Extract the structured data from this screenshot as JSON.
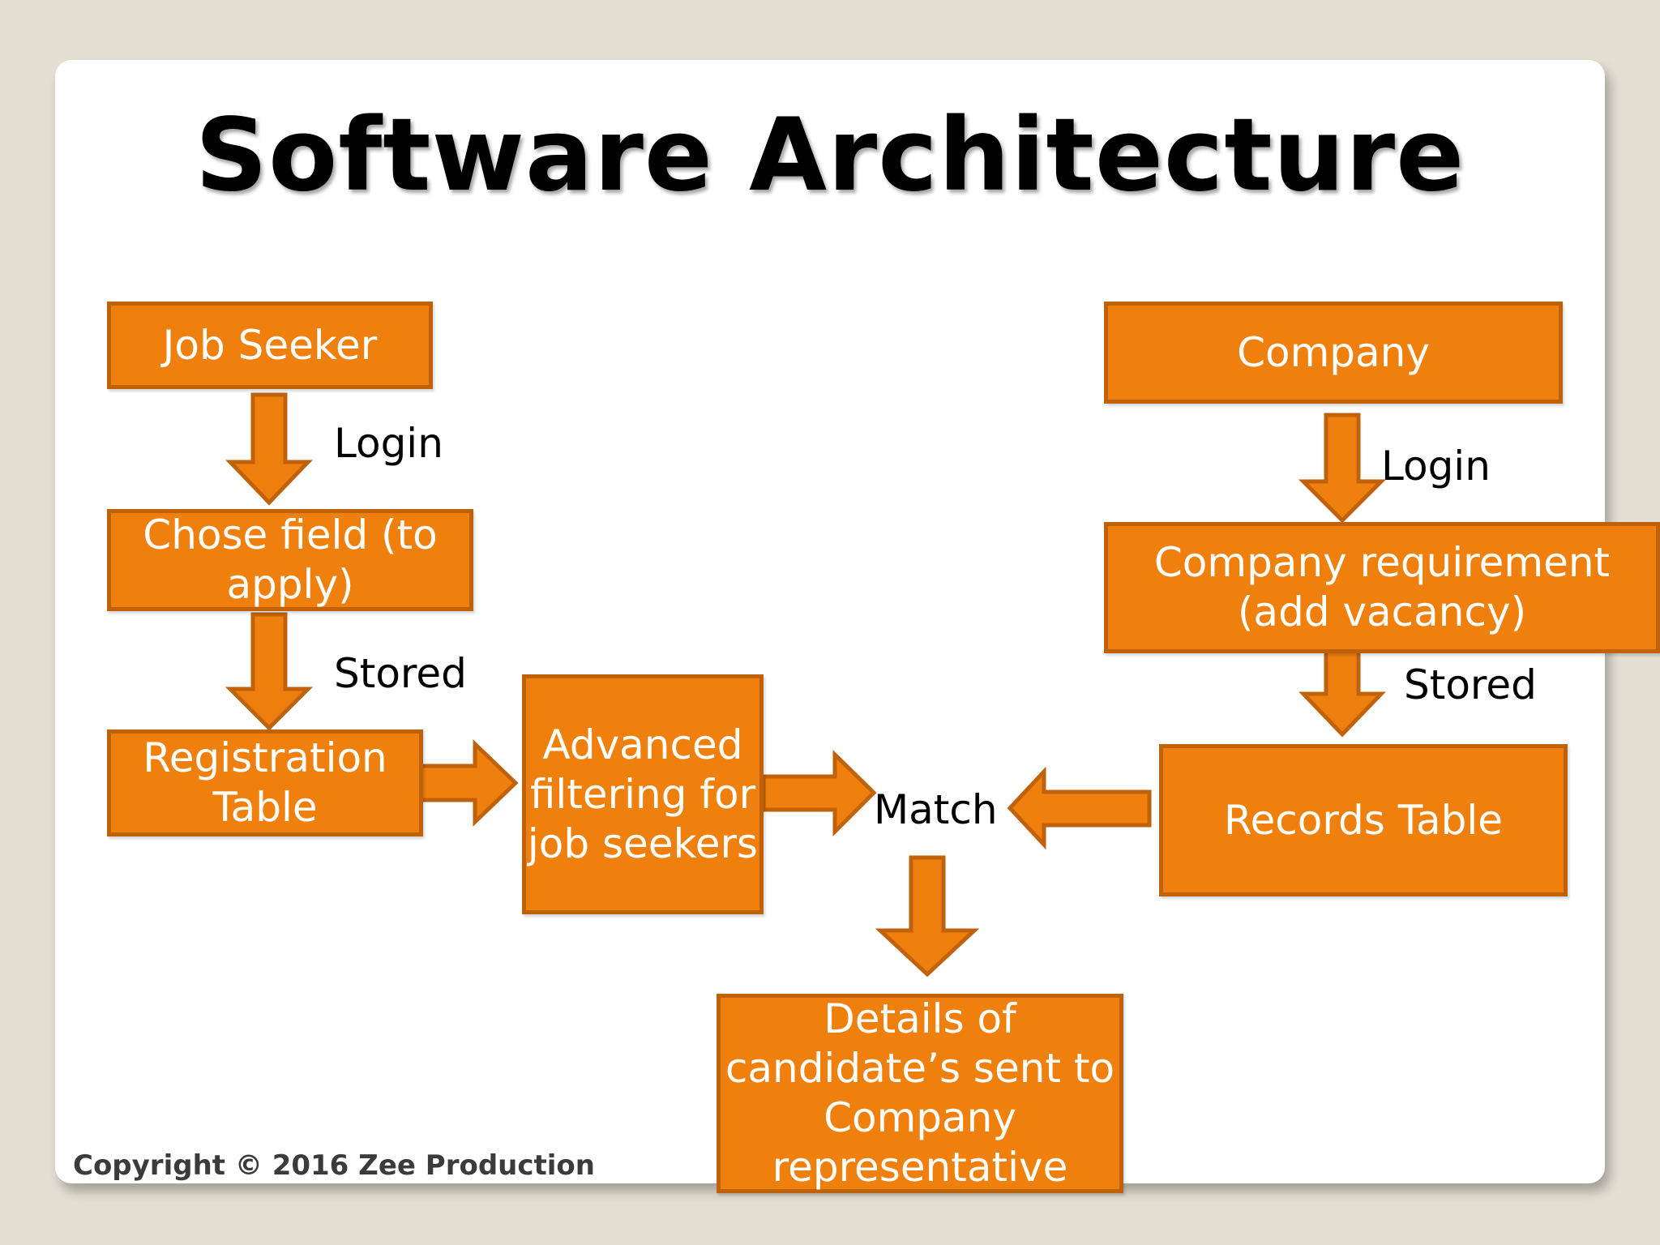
{
  "title": "Software Architecture",
  "colors": {
    "box_fill": "#f0800d",
    "box_border": "#c0620c",
    "background": "#e3dfd3"
  },
  "nodes": {
    "job_seeker": "Job Seeker",
    "chose_field": "Chose field (to apply)",
    "registration_table": "Registration Table",
    "advanced_filtering": "Advanced filtering for job seekers",
    "company": "Company",
    "company_requirement": "Company requirement (add vacancy)",
    "records_table": "Records Table",
    "details": "Details of candidate’s sent to Company representative"
  },
  "edge_labels": {
    "login_left": "Login",
    "stored_left": "Stored",
    "login_right": "Login",
    "stored_right": "Stored",
    "match": "Match"
  },
  "edges": [
    {
      "from": "job_seeker",
      "to": "chose_field",
      "label": "Login"
    },
    {
      "from": "chose_field",
      "to": "registration_table",
      "label": "Stored"
    },
    {
      "from": "registration_table",
      "to": "advanced_filtering"
    },
    {
      "from": "advanced_filtering",
      "to": "match"
    },
    {
      "from": "company",
      "to": "company_requirement",
      "label": "Login"
    },
    {
      "from": "company_requirement",
      "to": "records_table",
      "label": "Stored"
    },
    {
      "from": "records_table",
      "to": "match"
    },
    {
      "from": "match",
      "to": "details"
    }
  ],
  "footer": {
    "copyright": "Copyright © 2016 Zee Production"
  }
}
